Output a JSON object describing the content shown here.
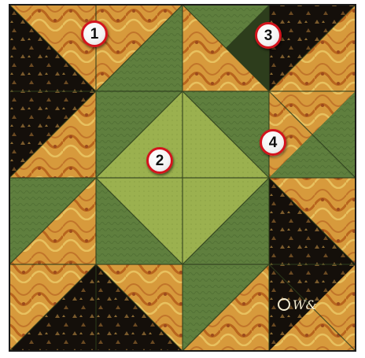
{
  "title": "",
  "markers": [
    {
      "id": "marker-1",
      "label": "1"
    },
    {
      "id": "marker-2",
      "label": "2"
    },
    {
      "id": "marker-3",
      "label": "3"
    },
    {
      "id": "marker-4",
      "label": "4"
    }
  ],
  "fabrics": {
    "gold_paisley": "#d79a3c",
    "gold_paisley_dark": "#b8651e",
    "gold_paisley_light": "#e8c15f",
    "black_print": "#140f0a",
    "black_print_dots": "#7a5a2c",
    "green_dark": "#5f7f3e",
    "green_light": "#9bb14f",
    "seam": "#2d3d1c"
  },
  "logo_text": "©W&"
}
